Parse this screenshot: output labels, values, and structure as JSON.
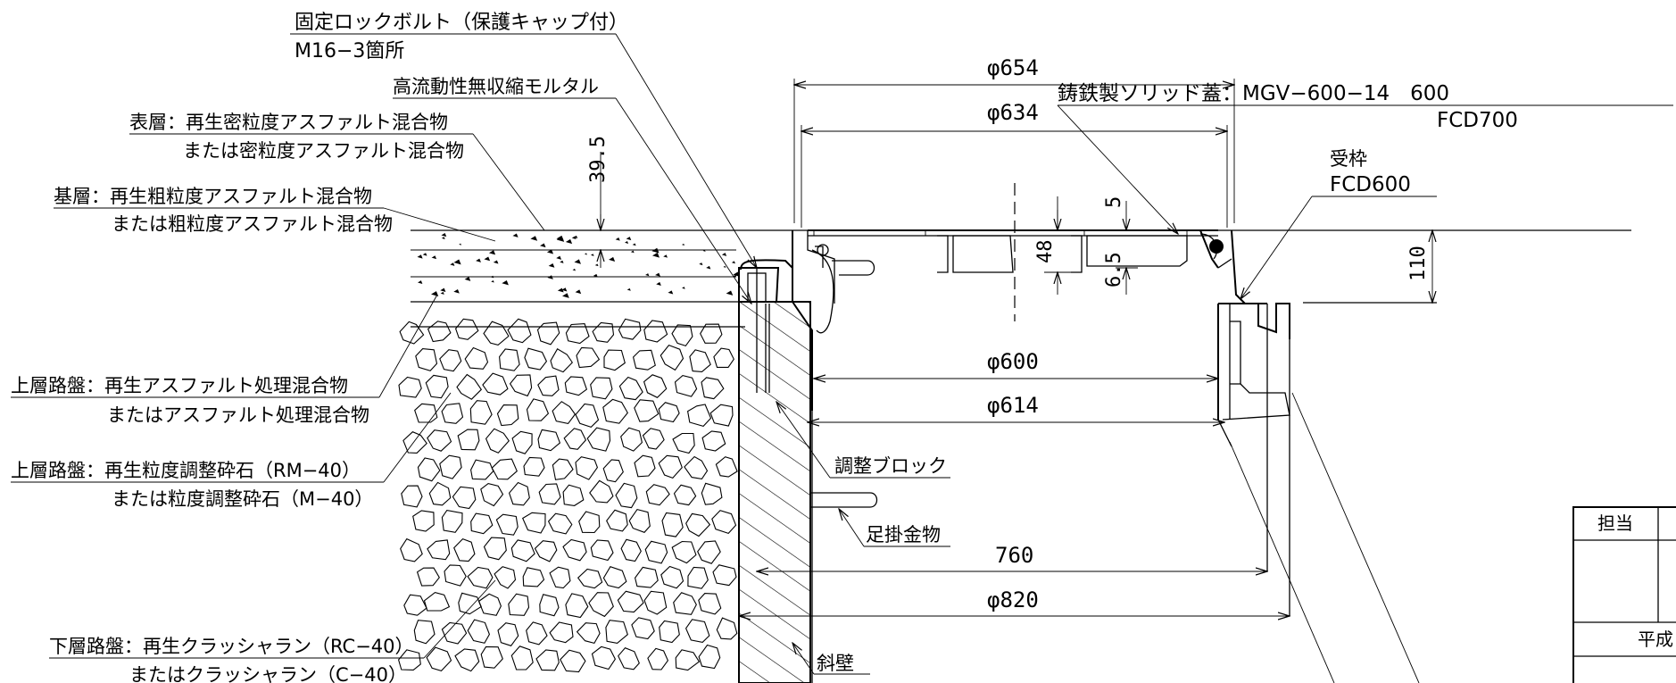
{
  "labels": {
    "bolt": "固定ロックボルト（保護キャップ付）",
    "bolt_sub": "M16−3箇所",
    "mortar": "高流動性無収縮モルタル",
    "surface": "表層：再生密粒度アスファルト混合物",
    "surface_alt": "または密粒度アスファルト混合物",
    "base": "基層：再生粗粒度アスファルト混合物",
    "base_alt": "または粗粒度アスファルト混合物",
    "upper1": "上層路盤：再生アスファルト処理混合物",
    "upper1_alt": "またはアスファルト処理混合物",
    "upper2": "上層路盤：再生粒度調整砕石（RM−40）",
    "upper2_alt": "または粒度調整砕石（M−40）",
    "lower": "下層路盤：再生クラッシャラン（RC−40）",
    "lower_alt": "またはクラッシャラン（C−40）",
    "cover": "鋳鉄製ソリッド蓋：MGV−600−14　600",
    "cover_mat": "FCD700",
    "frame": "受枠",
    "frame_mat": "FCD600",
    "adjust_block": "調整ブロック",
    "step": "足掛金物",
    "slope_wall": "斜壁"
  },
  "dimensions": {
    "d654": "φ654",
    "d634": "φ634",
    "d600": "φ600",
    "d614": "φ614",
    "d760": "760",
    "d820": "φ820",
    "h39_5": "39.5",
    "h48": "48",
    "h5": "5",
    "h6_5": "6.5",
    "h110": "110"
  },
  "title_block": {
    "person": "担当",
    "era": "平成"
  }
}
